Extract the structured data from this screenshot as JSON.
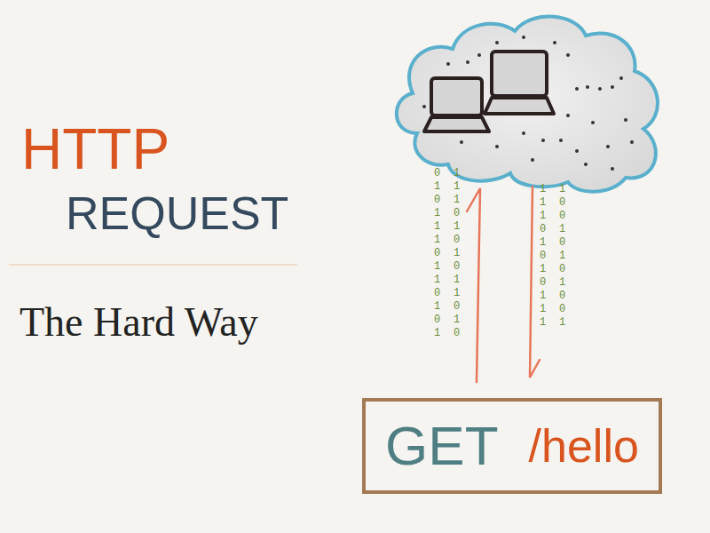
{
  "diagram": {
    "nodes": [
      {
        "text": [
          "GET",
          "/hello"
        ]
      }
    ],
    "labels": [
      "HTTP",
      "REQUEST",
      "The Hard Way",
      "0 1 0 1 1 1 0 1 1 0 1 0 1",
      "1 1 1 0 1 0 1 0 1 1 0 1 0",
      "1 1 1 0 1 0 1 0 1 1 1",
      "1 0 0 1 0 1 0 1 0 0 1"
    ]
  }
}
